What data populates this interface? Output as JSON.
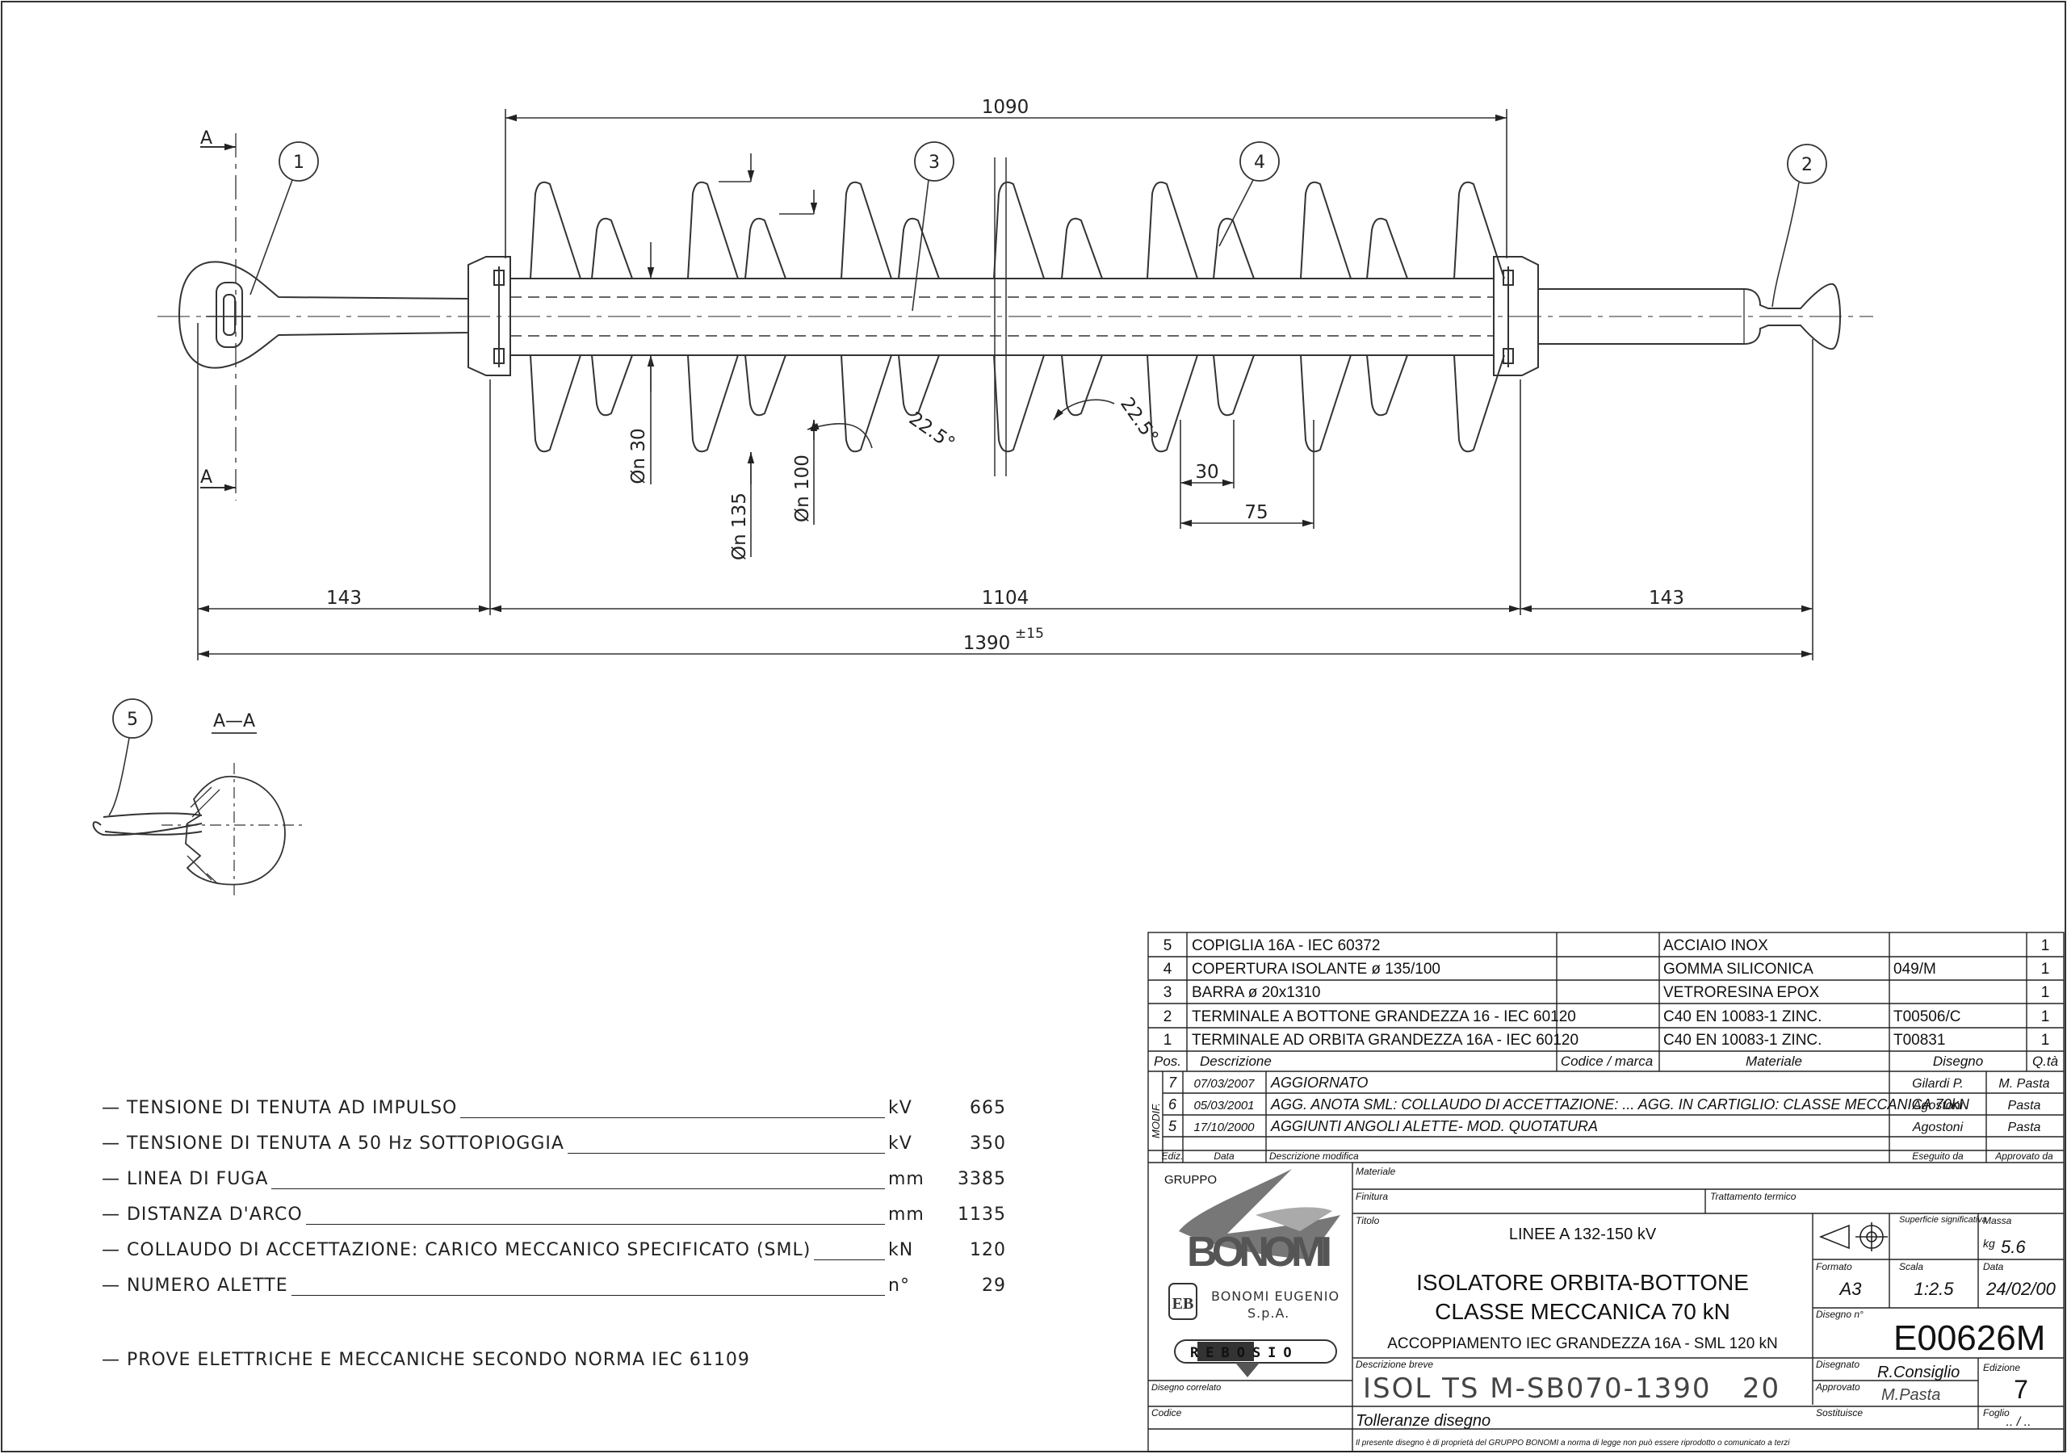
{
  "drawing": {
    "dims": {
      "top_length": "1090",
      "left_end": "143",
      "middle": "1104",
      "right_end": "143",
      "total": "1390",
      "total_tol": "±15",
      "d30": "Øn 30",
      "d135": "Øn 135",
      "d100": "Øn 100",
      "angle_a": "22.5°",
      "angle_b": "22.5°",
      "pitch_30": "30",
      "pitch_75": "75"
    },
    "balloons": [
      "1",
      "2",
      "3",
      "4",
      "5"
    ],
    "section_mark": "A",
    "section_title": "A—A"
  },
  "specs": [
    {
      "label": "— TENSIONE DI TENUTA AD IMPULSO",
      "unit": "kV",
      "value": "665"
    },
    {
      "label": "— TENSIONE DI TENUTA A 50 Hz SOTTOPIOGGIA",
      "unit": "kV",
      "value": "350"
    },
    {
      "label": "— LINEA DI FUGA",
      "unit": "mm",
      "value": "3385"
    },
    {
      "label": "— DISTANZA D'ARCO",
      "unit": "mm",
      "value": "1135"
    },
    {
      "label": "— COLLAUDO DI ACCETTAZIONE: CARICO MECCANICO SPECIFICATO (SML)",
      "unit": "kN",
      "value": "120"
    },
    {
      "label": "— NUMERO ALETTE",
      "unit": "n°",
      "value": "29"
    }
  ],
  "norm_note": "— PROVE ELETTRICHE E MECCANICHE SECONDO NORMA IEC 61109",
  "bom": {
    "rows": [
      {
        "pos": "5",
        "desc": "COPIGLIA 16A - IEC 60372",
        "code": "",
        "material": "ACCIAIO INOX",
        "drawing": "",
        "qty": "1"
      },
      {
        "pos": "4",
        "desc": "COPERTURA ISOLANTE ø 135/100",
        "code": "",
        "material": "GOMMA SILICONICA",
        "drawing": "049/M",
        "qty": "1"
      },
      {
        "pos": "3",
        "desc": "BARRA ø 20x1310",
        "code": "",
        "material": "VETRORESINA EPOX",
        "drawing": "",
        "qty": "1"
      },
      {
        "pos": "2",
        "desc": "TERMINALE A BOTTONE GRANDEZZA 16 - IEC 60120",
        "code": "",
        "material": "C40 EN 10083-1 ZINC.",
        "drawing": "T00506/C",
        "qty": "1"
      },
      {
        "pos": "1",
        "desc": "TERMINALE AD ORBITA GRANDEZZA 16A - IEC 60120",
        "code": "",
        "material": "C40 EN 10083-1 ZINC.",
        "drawing": "T00831",
        "qty": "1"
      }
    ],
    "headers": {
      "pos": "Pos.",
      "desc": "Descrizione",
      "code": "Codice / marca",
      "material": "Materiale",
      "drawing": "Disegno",
      "qty": "Q.tà"
    }
  },
  "revisions": {
    "side_label": "MODIF.",
    "rows": [
      {
        "ed": "7",
        "date": "07/03/2007",
        "desc": "AGGIORNATO",
        "by": "Gilardi P.",
        "appr": "M. Pasta"
      },
      {
        "ed": "6",
        "date": "05/03/2001",
        "desc": "AGG. ANOTA SML: COLLAUDO DI ACCETTAZIONE: ... AGG. IN CARTIGLIO: CLASSE MECCANICA 70kN",
        "by": "Agostoni",
        "appr": "Pasta"
      },
      {
        "ed": "5",
        "date": "17/10/2000",
        "desc": "AGGIUNTI ANGOLI ALETTE- MOD. QUOTATURA",
        "by": "Agostoni",
        "appr": "Pasta"
      }
    ],
    "headers": {
      "ed": "Ediz.",
      "date": "Data",
      "desc": "Descrizione modifica",
      "by": "Eseguito da",
      "appr": "Approvato da"
    }
  },
  "titleblock": {
    "gruppo": "GRUPPO",
    "logo": "BONOMI",
    "company_line1": "BONOMI EUGENIO",
    "company_line2": "S.p.A.",
    "rebosio": "REBOSIO",
    "materiale_label": "Materiale",
    "finitura_label": "Finitura",
    "trattamento_label": "Trattamento termico",
    "titolo_label": "Titolo",
    "titolo_line0": "LINEE A 132-150 kV",
    "titolo_line1": "ISOLATORE ORBITA-BOTTONE",
    "titolo_line2": "CLASSE MECCANICA 70 kN",
    "titolo_line3": "ACCOPPIAMENTO IEC GRANDEZZA 16A - SML 120 kN",
    "superficie_label": "Superficie significativa",
    "massa_label": "Massa",
    "massa_unit": "kg",
    "massa_value": "5.6",
    "formato_label": "Formato",
    "formato": "A3",
    "scala_label": "Scala",
    "scala": "1:2.5",
    "data_label": "Data",
    "data": "24/02/00",
    "disegno_n_label": "Disegno n°",
    "disegno_n": "E00626M",
    "disegnato_label": "Disegnato",
    "disegnato": "R.Consiglio",
    "approvato_label": "Approvato",
    "approvato": "M.Pasta",
    "edizione_label": "Edizione",
    "edizione": "7",
    "descrizione_breve_label": "Descrizione breve",
    "descrizione_breve": "ISOL TS M-SB070-1390   20",
    "disegno_correlato_label": "Disegno correlato",
    "codice_label": "Codice",
    "tolleranze": "Tolleranze disegno",
    "sostituisce_label": "Sostituisce",
    "foglio_label": "Foglio",
    "foglio": ".. / ..",
    "footer": "Il presente disegno è di proprietà del GRUPPO BONOMI a norma di legge non può essere riprodotto o comunicato a terzi"
  }
}
